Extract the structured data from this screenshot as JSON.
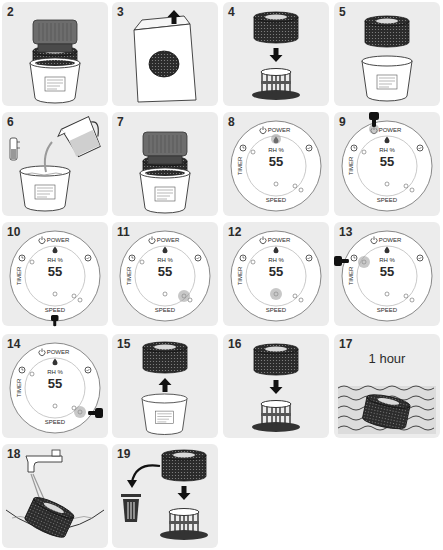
{
  "diagram": {
    "nodes": [
      {
        "text": [
          "2"
        ]
      },
      {
        "text": [
          "3"
        ]
      },
      {
        "text": [
          "4"
        ]
      },
      {
        "text": [
          "5"
        ]
      },
      {
        "text": [
          "6"
        ]
      },
      {
        "text": [
          "7"
        ]
      },
      {
        "text": [
          "8",
          "POWER",
          "TIMER",
          "RH %",
          "55",
          "SPEED"
        ]
      },
      {
        "text": [
          "9",
          "POWER",
          "TIMER",
          "RH %",
          "55",
          "SPEED"
        ]
      },
      {
        "text": [
          "10",
          "POWER",
          "TIMER",
          "RH %",
          "55",
          "SPEED"
        ]
      },
      {
        "text": [
          "11",
          "POWER",
          "TIMER",
          "RH %",
          "55",
          "SPEED"
        ]
      },
      {
        "text": [
          "12",
          "POWER",
          "TIMER",
          "RH %",
          "55",
          "SPEED"
        ]
      },
      {
        "text": [
          "13",
          "POWER",
          "TIMER",
          "RH %",
          "55",
          "SPEED"
        ]
      },
      {
        "text": [
          "14",
          "POWER",
          "TIMER",
          "RH %",
          "55",
          "SPEED"
        ]
      },
      {
        "text": [
          "15"
        ]
      },
      {
        "text": [
          "16"
        ]
      },
      {
        "text": [
          "17",
          "1 hour"
        ]
      },
      {
        "text": [
          "18"
        ]
      },
      {
        "text": [
          "19"
        ]
      }
    ]
  }
}
